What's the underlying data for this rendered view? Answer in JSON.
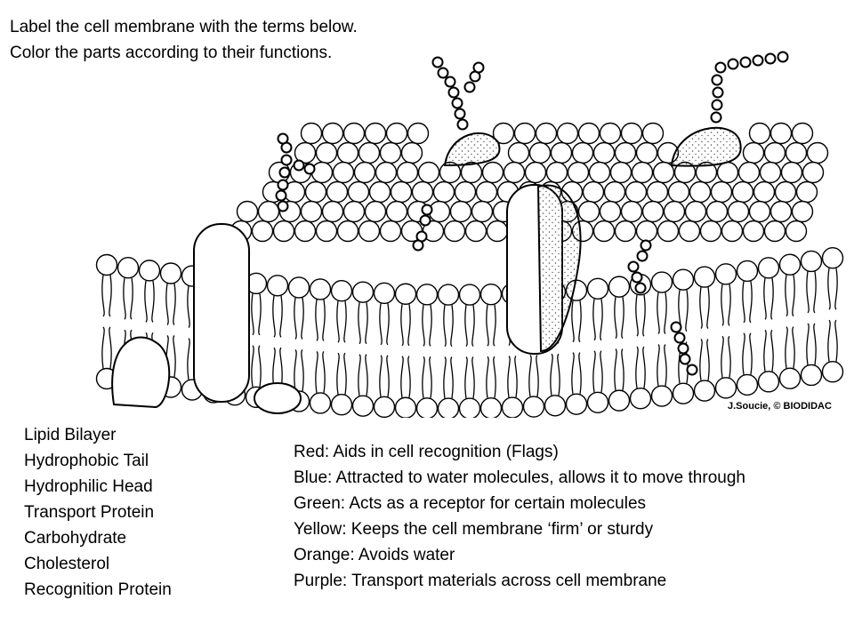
{
  "instructions": {
    "line1": "Label the cell membrane with the terms below.",
    "line2": "Color the parts according to their functions."
  },
  "credit": "J.Soucie, © BIODIDAC",
  "terms": [
    "Lipid Bilayer",
    "Hydrophobic Tail",
    "Hydrophilic Head",
    "Transport Protein",
    "Carbohydrate",
    "Cholesterol",
    "Recognition Protein"
  ],
  "color_key": [
    "Red:  Aids in cell recognition  (Flags)",
    "Blue: Attracted to water molecules, allows it to move through",
    "Green:  Acts as a receptor for certain molecules",
    "Yellow: Keeps the cell membrane ‘firm’ or sturdy",
    "Orange: Avoids water",
    "Purple: Transport materials across cell membrane"
  ],
  "colors": {
    "ink": "#000000",
    "background": "#ffffff",
    "stipple": "#888888"
  }
}
